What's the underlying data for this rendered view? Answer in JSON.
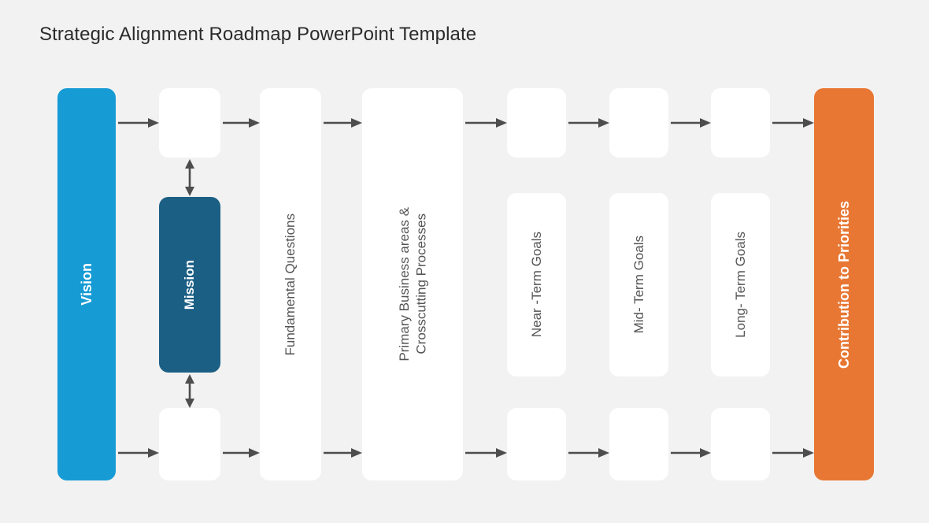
{
  "page": {
    "title": "Strategic Alignment Roadmap PowerPoint Template",
    "background_color": "#f2f2f2"
  },
  "colors": {
    "vision_blue": "#169bd5",
    "mission_dark_blue": "#1b5f85",
    "outcome_orange": "#e87733",
    "node_white": "#ffffff",
    "arrow_gray": "#4d4d4d",
    "label_gray": "#555555",
    "title_color": "#2b2b2b"
  },
  "diagram": {
    "nodes": [
      {
        "id": "vision",
        "label": "Vision",
        "style": "blue",
        "text_style": "light-lg"
      },
      {
        "id": "top-blank-1",
        "label": "",
        "style": "white",
        "text_style": "dark"
      },
      {
        "id": "mission",
        "label": "Mission",
        "style": "darkblue",
        "text_style": "light"
      },
      {
        "id": "bottom-blank-1",
        "label": "",
        "style": "white",
        "text_style": "dark"
      },
      {
        "id": "fundamental-questions",
        "label": "Fundamental Questions",
        "style": "white",
        "text_style": "dark"
      },
      {
        "id": "primary-business-areas",
        "label": "Primary Business areas &\nCrosscutting Processes",
        "style": "white",
        "text_style": "dark"
      },
      {
        "id": "near-top",
        "label": "",
        "style": "white",
        "text_style": "dark"
      },
      {
        "id": "near-term-goals",
        "label": "Near -Term Goals",
        "style": "white",
        "text_style": "dark"
      },
      {
        "id": "near-bottom",
        "label": "",
        "style": "white",
        "text_style": "dark"
      },
      {
        "id": "mid-top",
        "label": "",
        "style": "white",
        "text_style": "dark"
      },
      {
        "id": "mid-term-goals",
        "label": "Mid- Term Goals",
        "style": "white",
        "text_style": "dark"
      },
      {
        "id": "mid-bottom",
        "label": "",
        "style": "white",
        "text_style": "dark"
      },
      {
        "id": "long-top",
        "label": "",
        "style": "white",
        "text_style": "dark"
      },
      {
        "id": "long-term-goals",
        "label": "Long- Term Goals",
        "style": "white",
        "text_style": "dark"
      },
      {
        "id": "long-bottom",
        "label": "",
        "style": "white",
        "text_style": "dark"
      },
      {
        "id": "contribution",
        "label": "Contribution to Priorities",
        "style": "orange",
        "text_style": "light-lg"
      }
    ]
  }
}
